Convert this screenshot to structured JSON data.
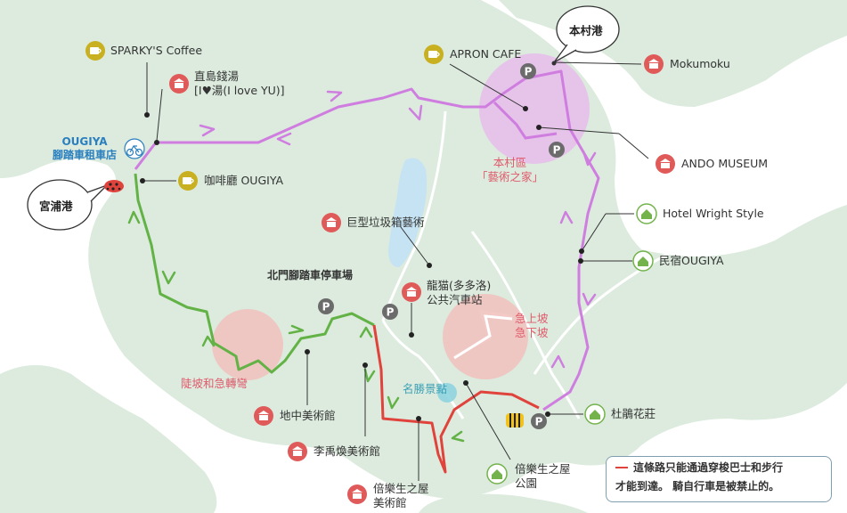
{
  "ports": {
    "honmura": "本村港",
    "miyanoura": "宮浦港"
  },
  "rental": {
    "name_en": "OUGIYA",
    "name_zh": "腳踏車租車店"
  },
  "areas": {
    "honmura_line1": "本村區",
    "honmura_line2": "「藝術之家」",
    "steep_line1": "急上坡",
    "steep_line2": "急下坡",
    "slope_curve": "陡坡和急轉彎",
    "scenic": "名勝景點"
  },
  "parking": {
    "north_gate": "北門腳踏車停車場"
  },
  "places": {
    "sparkys": "SPARKY'S Coffee",
    "naoshima_sento_1": "直島錢湯",
    "naoshima_sento_2": "[I♥湯(I love YU)]",
    "apron": "APRON CAFE",
    "mokumoku": "Mokumoku",
    "ando": "ANDO MUSEUM",
    "cafe_ougiya": "咖啡廳 OUGIYA",
    "junkyard": "巨型垃圾箱藝術",
    "hotel_wright": "Hotel Wright Style",
    "minshuku": "民宿OUGIYA",
    "tsutsuji": "杜鵑花莊",
    "bus_1": "龍猫(多多洛)",
    "bus_2": "公共汽車站",
    "chichu": "地中美術館",
    "lee": "李禹煥美術館",
    "benesse_park_1": "倍樂生之屋",
    "benesse_park_2": "公園",
    "benesse_mus_1": "倍樂生之屋",
    "benesse_mus_2": "美術館"
  },
  "legend": {
    "line1": "這條路只能通過穿梭巴士和步行",
    "line2": "才能到達。 騎自行車是被禁止的。"
  },
  "icons": {
    "parking": "P",
    "pumpkin": "pumpkin-icon"
  },
  "colors": {
    "land": "#dcebde",
    "sea": "#ffffff",
    "pond": "#c5e3f2",
    "road": "#ffffff",
    "route_green": "#62b246",
    "route_purple": "#cf7ee0",
    "route_red": "#e0433c",
    "zone_pink": "#f1c3bf",
    "zone_violet": "#e9b7ee",
    "cafe_icon": "#c9b020",
    "museum_icon": "#e05a5a",
    "hotel_icon": "#74b24c",
    "parking_icon": "#6b6b6b"
  }
}
